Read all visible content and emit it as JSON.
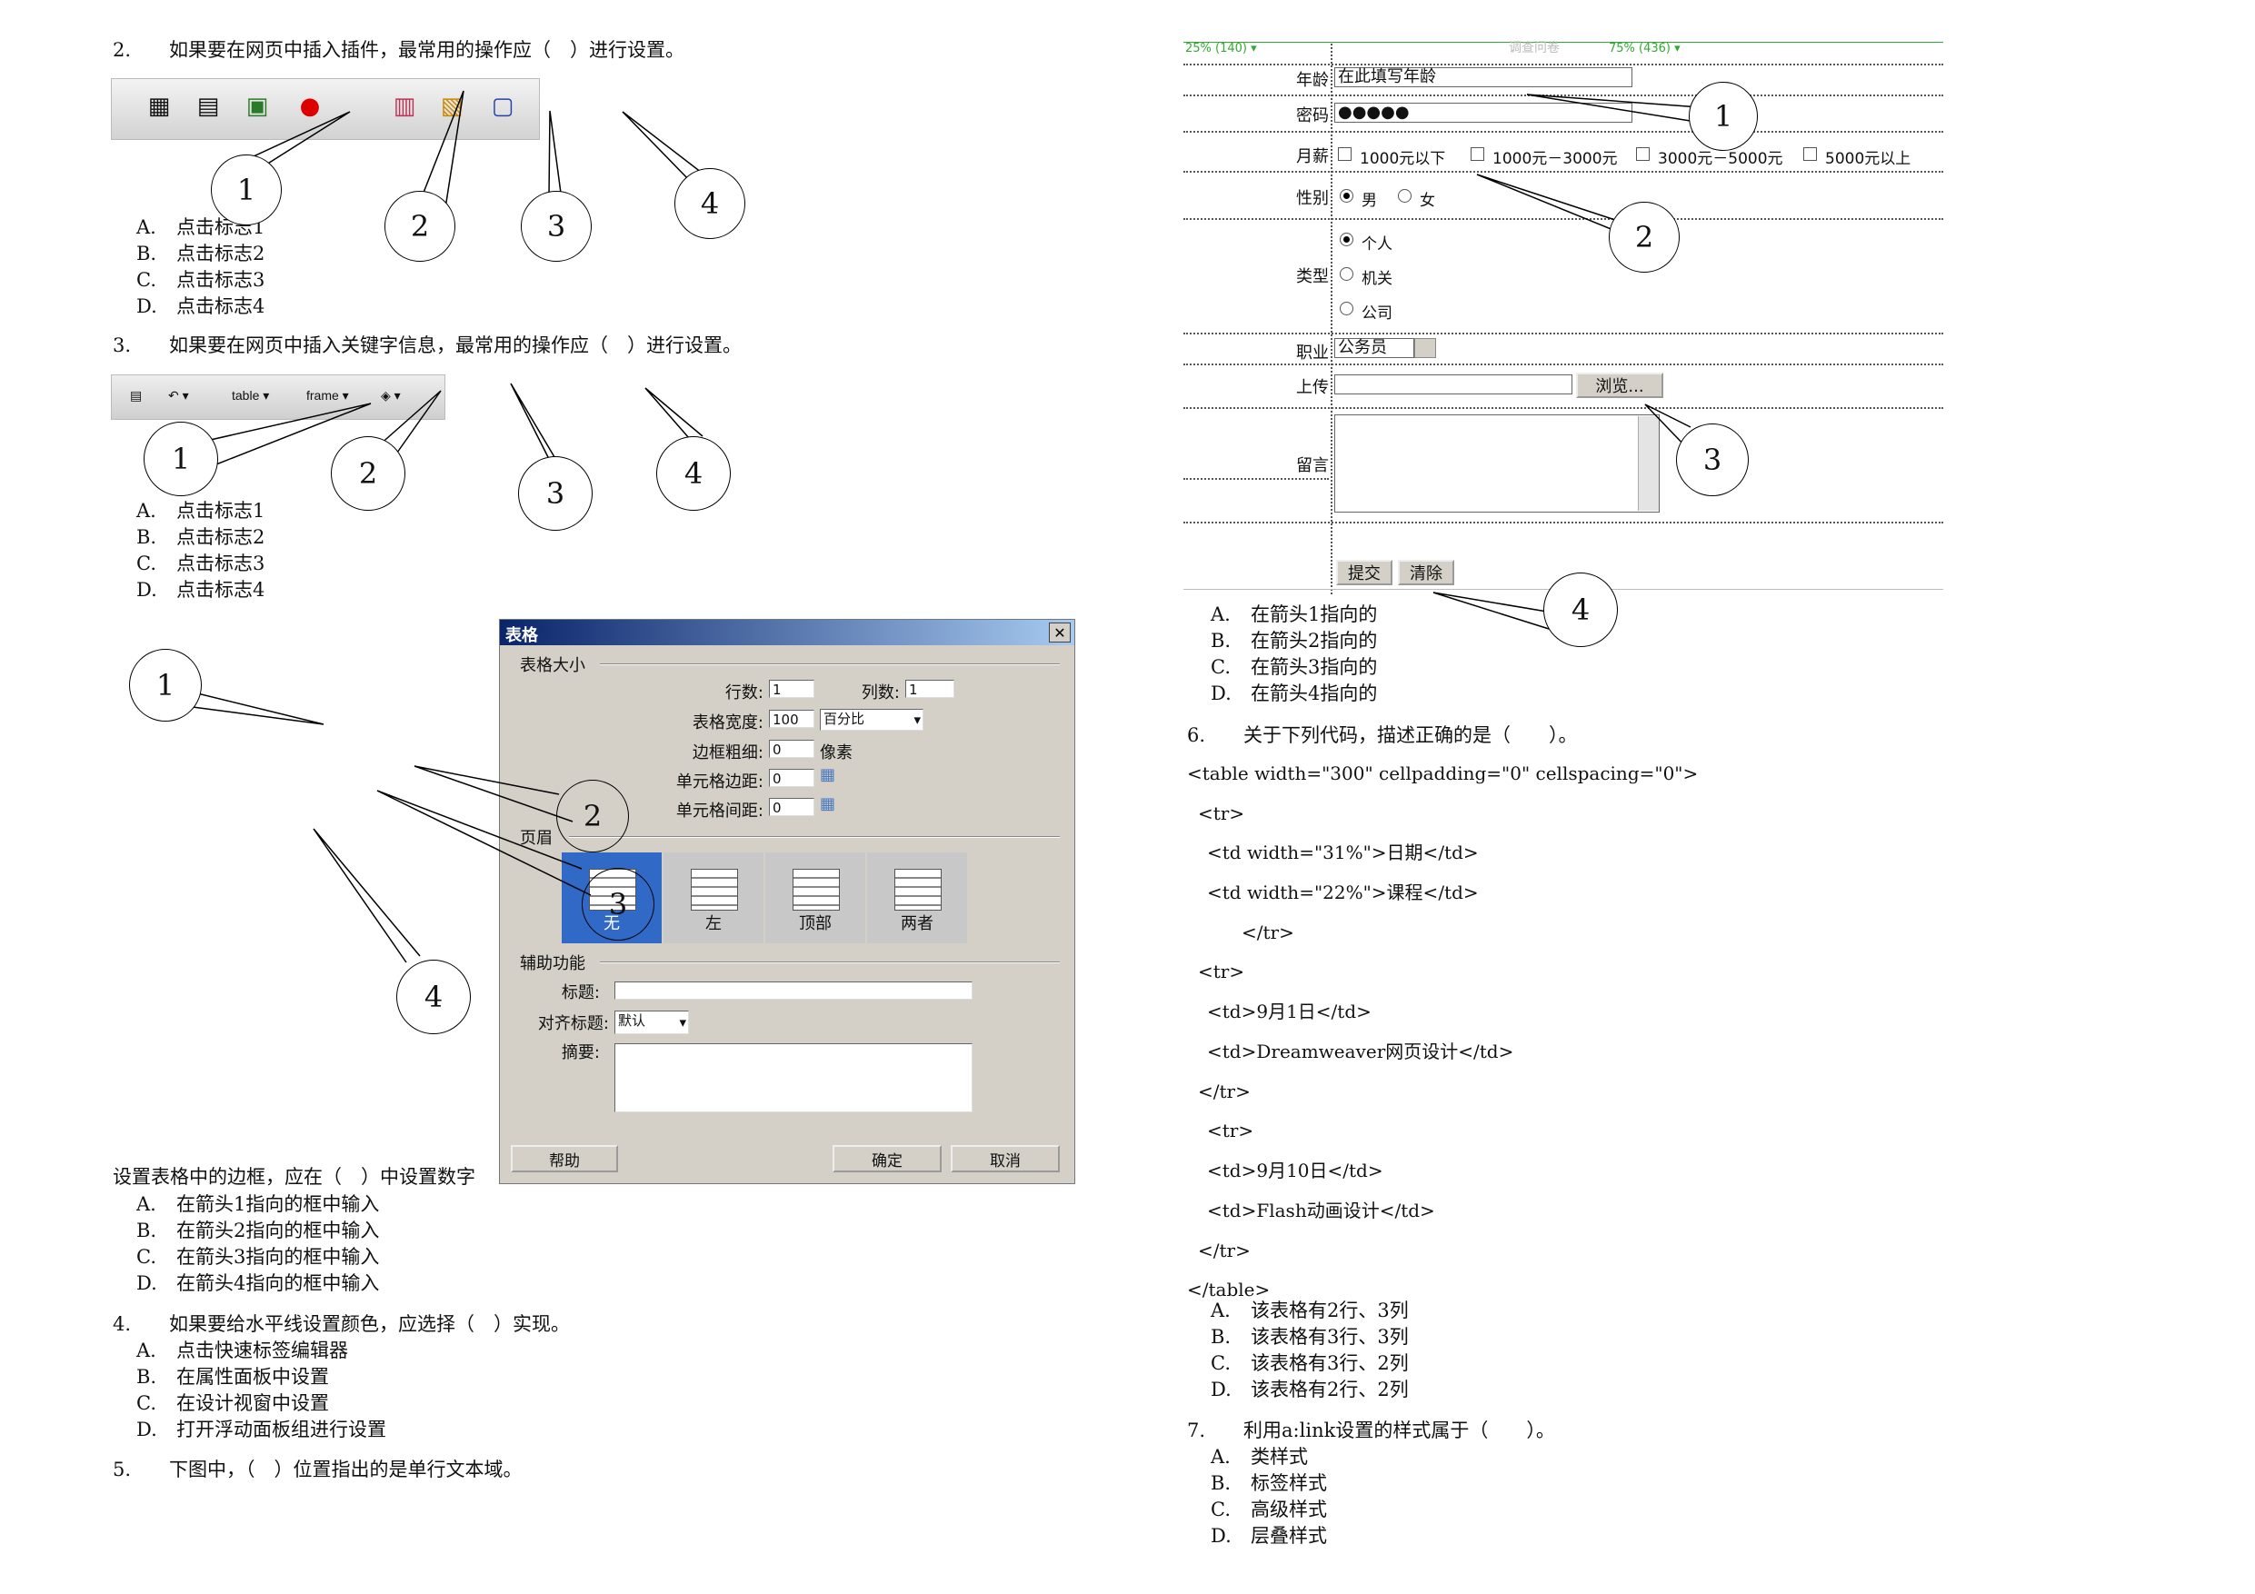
{
  "q2": {
    "stem": "2.　　如果要在网页中插入插件，最常用的操作应（　）进行设置。",
    "options": [
      {
        "letter": "A.",
        "text": "点击标志1"
      },
      {
        "letter": "B.",
        "text": "点击标志2"
      },
      {
        "letter": "C.",
        "text": "点击标志3"
      },
      {
        "letter": "D.",
        "text": "点击标志4"
      }
    ],
    "markers": [
      "1",
      "2",
      "3",
      "4"
    ]
  },
  "q3": {
    "stem": "3.　　如果要在网页中插入关键字信息，最常用的操作应（　）进行设置。",
    "toolbar": {
      "table": "table",
      "frame": "frame"
    },
    "options": [
      {
        "letter": "A.",
        "text": "点击标志1"
      },
      {
        "letter": "B.",
        "text": "点击标志2"
      },
      {
        "letter": "C.",
        "text": "点击标志3"
      },
      {
        "letter": "D.",
        "text": "点击标志4"
      }
    ],
    "markers": [
      "1",
      "2",
      "3",
      "4"
    ]
  },
  "dialog": {
    "title": "表格",
    "close": "✕",
    "group_size": "表格大小",
    "rows_label": "行数:",
    "rows_value": "1",
    "cols_label": "列数:",
    "cols_value": "1",
    "width_label": "表格宽度:",
    "width_value": "100",
    "width_unit": "百分比",
    "border_label": "边框粗细:",
    "border_value": "0",
    "border_unit": "像素",
    "padding_label": "单元格边距:",
    "padding_value": "0",
    "spacing_label": "单元格间距:",
    "spacing_value": "0",
    "group_header": "页眉",
    "header_options": [
      "无",
      "左",
      "顶部",
      "两者"
    ],
    "group_access": "辅助功能",
    "caption_label": "标题:",
    "align_label": "对齐标题:",
    "align_value": "默认",
    "summary_label": "摘要:",
    "help": "帮助",
    "ok": "确定",
    "cancel": "取消"
  },
  "dialog_markers": [
    "1",
    "2",
    "3",
    "4"
  ],
  "qtable": {
    "stem": "设置表格中的边框，应在（　）中设置数字",
    "options": [
      {
        "letter": "A.",
        "text": "在箭头1指向的框中输入"
      },
      {
        "letter": "B.",
        "text": "在箭头2指向的框中输入"
      },
      {
        "letter": "C.",
        "text": "在箭头3指向的框中输入"
      },
      {
        "letter": "D.",
        "text": "在箭头4指向的框中输入"
      }
    ]
  },
  "q4": {
    "stem": "4.　　如果要给水平线设置颜色，应选择（　）实现。",
    "options": [
      {
        "letter": "A.",
        "text": "点击快速标签编辑器"
      },
      {
        "letter": "B.",
        "text": "在属性面板中设置"
      },
      {
        "letter": "C.",
        "text": "在设计视窗中设置"
      },
      {
        "letter": "D.",
        "text": "打开浮动面板组进行设置"
      }
    ]
  },
  "q5": {
    "stem": "5.　　下图中，（　）位置指出的是单行文本域。",
    "form": {
      "ruler_left": "25% (140) ▾",
      "ruler_mid": "调查问卷",
      "ruler_right": "75% (436) ▾",
      "age_label": "年龄",
      "age_value": "在此填写年龄",
      "password_label": "密码",
      "password_value": "●●●●●",
      "salary_label": "月薪",
      "salary_options": [
        "1000元以下",
        "1000元－3000元",
        "3000元－5000元",
        "5000元以上"
      ],
      "gender_label": "性别",
      "gender_options": [
        "男",
        "女"
      ],
      "type_label": "类型",
      "type_options": [
        "个人",
        "机关",
        "公司"
      ],
      "job_label": "职业",
      "job_value": "公务员",
      "upload_label": "上传",
      "browse": "浏览...",
      "message_label": "留言",
      "submit": "提交",
      "clear": "清除"
    },
    "markers": [
      "1",
      "2",
      "3",
      "4"
    ],
    "options": [
      {
        "letter": "A.",
        "text": "在箭头1指向的"
      },
      {
        "letter": "B.",
        "text": "在箭头2指向的"
      },
      {
        "letter": "C.",
        "text": "在箭头3指向的"
      },
      {
        "letter": "D.",
        "text": "在箭头4指向的"
      }
    ]
  },
  "q6": {
    "stem": "6.　　关于下列代码，描述正确的是（　　）。",
    "code": [
      "<table width=\"300\" cellpadding=\"0\" cellspacing=\"0\">",
      "<tr>",
      "<td width=\"31%\">日期</td>",
      "<td width=\"22%\">课程</td>",
      "</tr>",
      "<tr>",
      "<td>9月1日</td>",
      "<td>Dreamweaver网页设计</td>",
      "</tr>",
      "<tr>",
      "<td>9月10日</td>",
      "<td>Flash动画设计</td>",
      "</tr>",
      "</table>"
    ],
    "options": [
      {
        "letter": "A.",
        "text": "该表格有2行、3列"
      },
      {
        "letter": "B.",
        "text": "该表格有3行、3列"
      },
      {
        "letter": "C.",
        "text": "该表格有3行、2列"
      },
      {
        "letter": "D.",
        "text": "该表格有2行、2列"
      }
    ]
  },
  "q7": {
    "stem": "7.　　利用a:link设置的样式属于（　　）。",
    "options": [
      {
        "letter": "A.",
        "text": "类样式"
      },
      {
        "letter": "B.",
        "text": "标签样式"
      },
      {
        "letter": "C.",
        "text": "高级样式"
      },
      {
        "letter": "D.",
        "text": "层叠样式"
      }
    ]
  },
  "colors": {
    "dialog_title": "#0a246a",
    "header_selected": "#3169c6",
    "dialog_bg": "#d4d0c8"
  },
  "icons": [
    "table-icon",
    "div-icon",
    "image-icon",
    "flash-icon",
    "date-icon",
    "comment-icon",
    "tag-chooser-icon"
  ]
}
